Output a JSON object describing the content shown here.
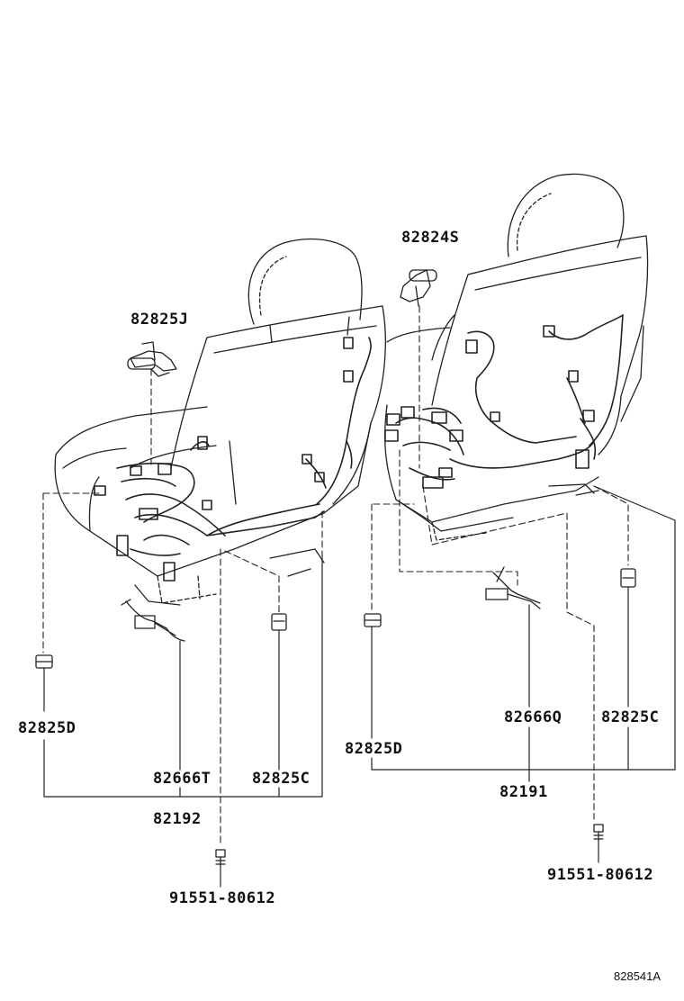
{
  "diagram": {
    "labels": {
      "part_82824S": "82824S",
      "part_82825J": "82825J",
      "part_82825D_left": "82825D",
      "part_82666T": "82666T",
      "part_82825C_left": "82825C",
      "part_82192": "82192",
      "part_91551_left": "91551-80612",
      "part_82825D_right": "82825D",
      "part_82666Q": "82666Q",
      "part_82825C_right": "82825C",
      "part_82191": "82191",
      "part_91551_right": "91551-80612"
    },
    "reference_code": "828541A"
  }
}
